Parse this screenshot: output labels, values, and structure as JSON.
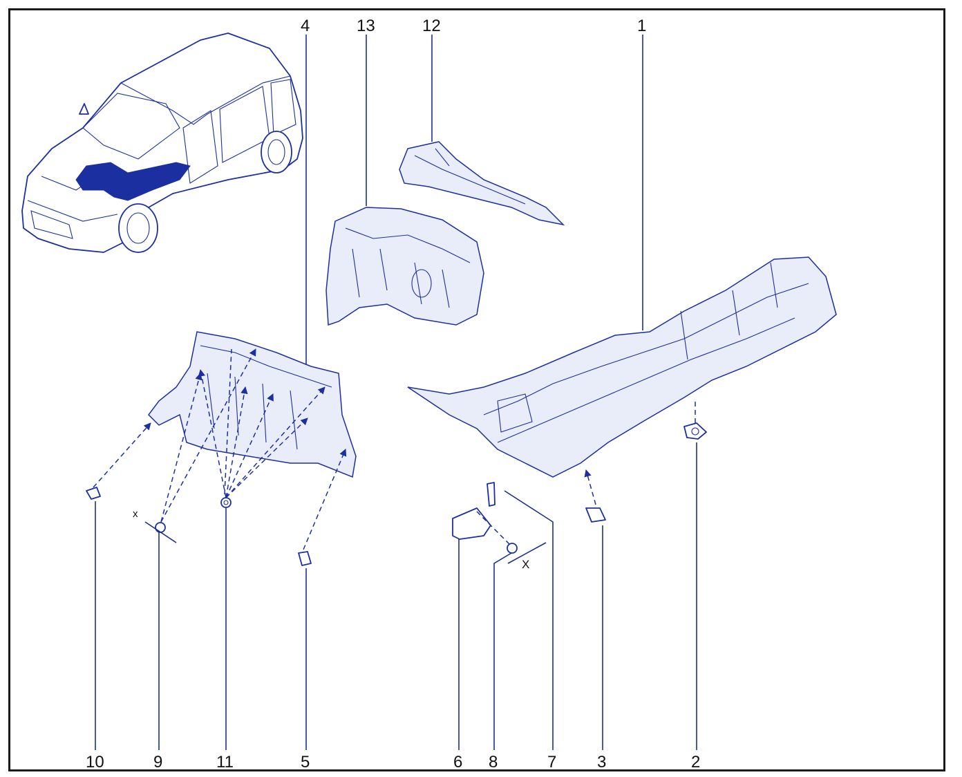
{
  "diagram": {
    "callouts": [
      "1",
      "2",
      "3",
      "4",
      "5",
      "6",
      "7",
      "8",
      "9",
      "10",
      "11",
      "12",
      "13"
    ],
    "dimension_marks": [
      "x",
      "X"
    ]
  },
  "colors": {
    "ink": "#1c2fa0",
    "frame": "#1a1a1a",
    "highlight": "#1c2fa0"
  }
}
